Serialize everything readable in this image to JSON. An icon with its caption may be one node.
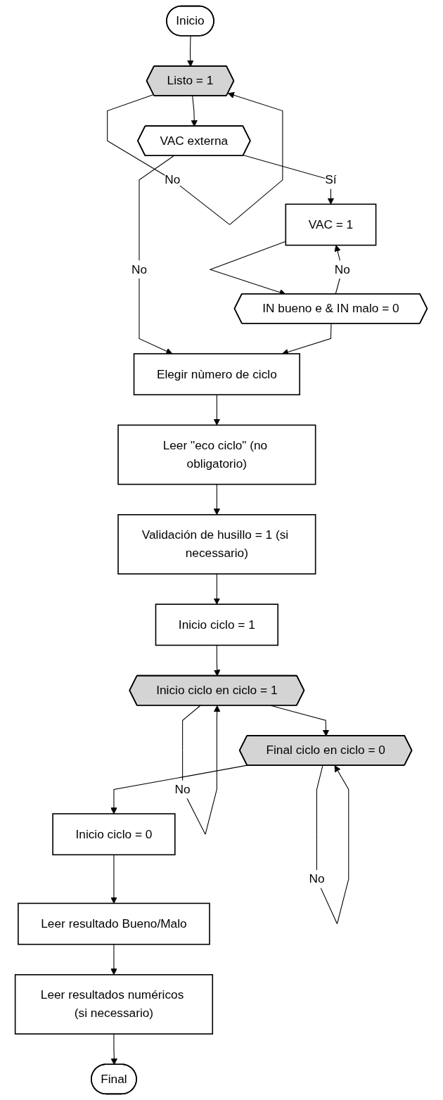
{
  "diagram": {
    "nodes": [
      {
        "text": [
          "Inicio"
        ]
      },
      {
        "text": [
          "Listo = 1"
        ]
      },
      {
        "text": [
          "VAC externa"
        ]
      },
      {
        "text": [
          "VAC = 1"
        ]
      },
      {
        "text": [
          "IN bueno e & IN malo = 0"
        ]
      },
      {
        "text": [
          "Elegir nùmero de ciclo"
        ]
      },
      {
        "text": [
          "Leer \"eco ciclo\" (no obligatorio)"
        ]
      },
      {
        "text": [
          "Validación de husillo = 1 (si necessario)"
        ]
      },
      {
        "text": [
          "Inicio ciclo = 1"
        ]
      },
      {
        "text": [
          "Inicio ciclo en ciclo = 1"
        ]
      },
      {
        "text": [
          "Final ciclo en ciclo = 0"
        ]
      },
      {
        "text": [
          "Inicio ciclo = 0"
        ]
      },
      {
        "text": [
          "Leer resultado Bueno/Malo"
        ]
      },
      {
        "text": [
          "Leer resultados numéricos (si necessario)"
        ]
      },
      {
        "text": [
          "Final"
        ]
      }
    ],
    "edges": [
      {
        "from": 0,
        "to": 1,
        "arrow": "to"
      },
      {
        "from": 1,
        "to": 1,
        "arrow": "to",
        "label": "No"
      },
      {
        "from": 1,
        "to": 2,
        "arrow": "to"
      },
      {
        "from": 2,
        "to": 3,
        "arrow": "to",
        "label": "Sí"
      },
      {
        "from": 2,
        "to": 5,
        "arrow": "to",
        "label": "No"
      },
      {
        "from": 3,
        "to": 4,
        "arrow": "to"
      },
      {
        "from": 4,
        "to": 3,
        "arrow": "to",
        "label": "No"
      },
      {
        "from": 4,
        "to": 5,
        "arrow": "to"
      },
      {
        "from": 5,
        "to": 6,
        "arrow": "to"
      },
      {
        "from": 6,
        "to": 7,
        "arrow": "to"
      },
      {
        "from": 7,
        "to": 8,
        "arrow": "to"
      },
      {
        "from": 8,
        "to": 9,
        "arrow": "to"
      },
      {
        "from": 9,
        "to": 9,
        "arrow": "to",
        "label": "No"
      },
      {
        "from": 9,
        "to": 10,
        "arrow": "to"
      },
      {
        "from": 10,
        "to": 10,
        "arrow": "to",
        "label": "No"
      },
      {
        "from": 10,
        "to": 11,
        "arrow": "to"
      },
      {
        "from": 11,
        "to": 12,
        "arrow": "to"
      },
      {
        "from": 12,
        "to": 13,
        "arrow": "to"
      },
      {
        "from": 13,
        "to": 14,
        "arrow": "to"
      }
    ]
  }
}
